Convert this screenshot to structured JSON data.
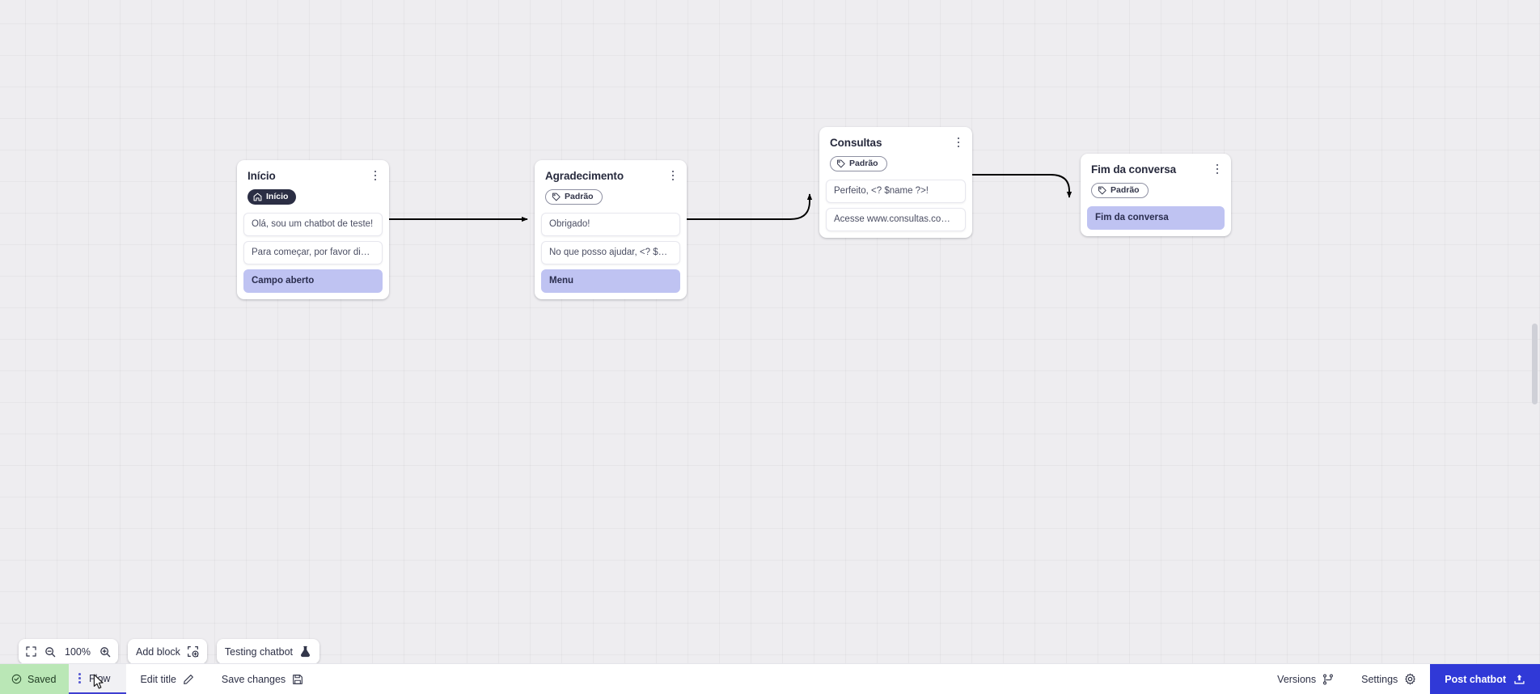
{
  "canvas": {
    "zoom_level": "100%",
    "grid": true,
    "background_color": "#eeedf0"
  },
  "nodes": [
    {
      "id": "inicio",
      "title": "Início",
      "badge": {
        "label": "Início",
        "icon": "home-icon",
        "style": "dark"
      },
      "messages": [
        {
          "text": "Olá, sou um chatbot de teste!",
          "type": "message"
        },
        {
          "text": "Para começar, por favor digite o ...",
          "type": "message"
        },
        {
          "text": "Campo aberto",
          "type": "action"
        }
      ]
    },
    {
      "id": "agradecimento",
      "title": "Agradecimento",
      "badge": {
        "label": "Padrão",
        "icon": "tag-icon",
        "style": "outline"
      },
      "messages": [
        {
          "text": "Obrigado!",
          "type": "message"
        },
        {
          "text": "No que posso ajudar, <? $name ...",
          "type": "message"
        },
        {
          "text": "Menu",
          "type": "action"
        }
      ]
    },
    {
      "id": "consultas",
      "title": "Consultas",
      "badge": {
        "label": "Padrão",
        "icon": "tag-icon",
        "style": "outline"
      },
      "messages": [
        {
          "text": "Perfeito, <? $name ?>!",
          "type": "message"
        },
        {
          "text": "Acesse www.consultas.com par...",
          "type": "message"
        }
      ]
    },
    {
      "id": "fim",
      "title": "Fim da conversa",
      "badge": {
        "label": "Padrão",
        "icon": "tag-icon",
        "style": "outline"
      },
      "messages": [
        {
          "text": "Fim da conversa",
          "type": "action"
        }
      ]
    }
  ],
  "edges": [
    {
      "from": "inicio",
      "to": "agradecimento"
    },
    {
      "from": "agradecimento",
      "to": "consultas"
    },
    {
      "from": "consultas",
      "to": "fim"
    }
  ],
  "toolbar": {
    "fit_icon": "fit-screen-icon",
    "zoom_out_icon": "zoom-out-icon",
    "zoom_level": "100%",
    "zoom_in_icon": "zoom-in-icon",
    "add_block_label": "Add block",
    "add_block_icon": "add-block-icon",
    "testing_label": "Testing chatbot",
    "testing_icon": "flask-icon"
  },
  "bottom_bar": {
    "saved_label": "Saved",
    "saved_icon": "check-circle-icon",
    "saved_bg": "#bae7b6",
    "tab_label": "Flow",
    "tab_kebab_icon": "kebab-icon",
    "edit_title_label": "Edit title",
    "edit_title_icon": "pencil-icon",
    "save_changes_label": "Save changes",
    "save_changes_icon": "floppy-icon",
    "versions_label": "Versions",
    "versions_icon": "branch-icon",
    "settings_label": "Settings",
    "settings_icon": "gear-icon",
    "post_label": "Post chatbot",
    "post_icon": "upload-icon",
    "post_color": "#3039d7"
  }
}
